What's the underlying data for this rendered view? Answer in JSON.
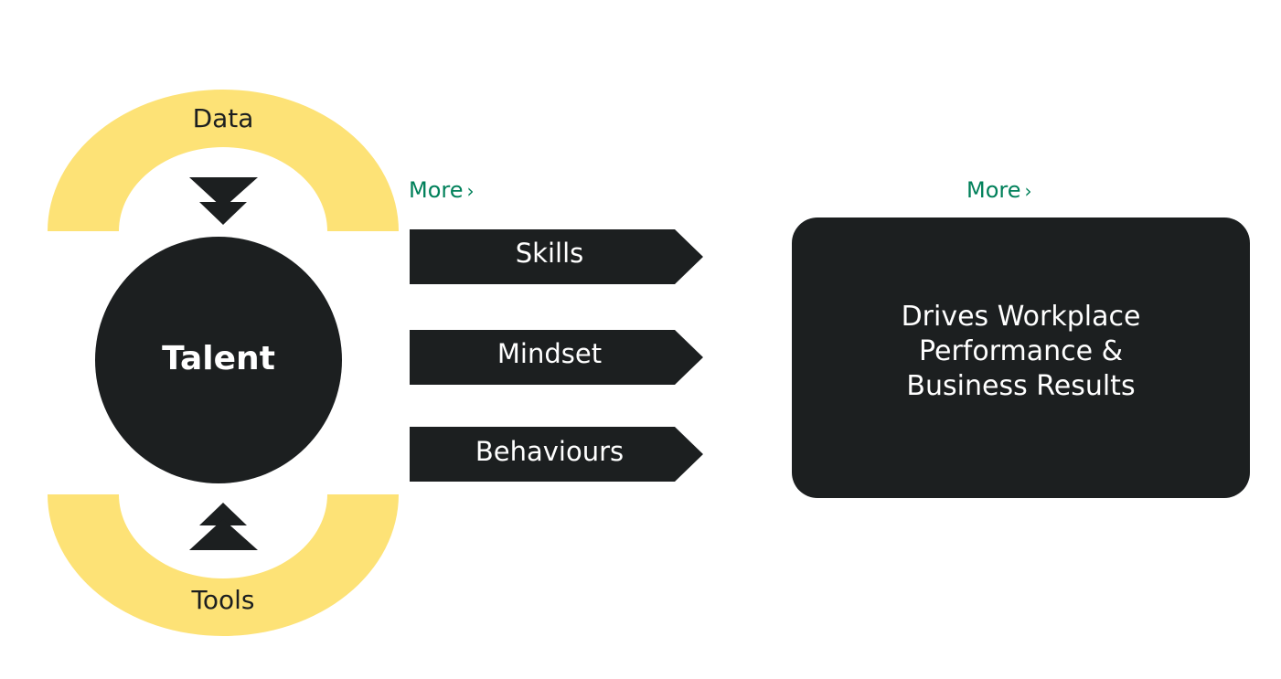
{
  "diagram": {
    "top_arc_label": "Data",
    "bottom_arc_label": "Tools",
    "center_label": "Talent",
    "arrows": [
      {
        "label": "Skills"
      },
      {
        "label": "Mindset"
      },
      {
        "label": "Behaviours"
      }
    ],
    "result_text": "Drives Workplace\nPerformance &\nBusiness Results",
    "more_links": [
      {
        "label": "More",
        "chevron": "›"
      },
      {
        "label": "More",
        "chevron": "›"
      }
    ],
    "colors": {
      "arc": "#fde276",
      "dark": "#1c1f20",
      "link": "#00805a",
      "text_on_dark": "#ffffff"
    }
  }
}
